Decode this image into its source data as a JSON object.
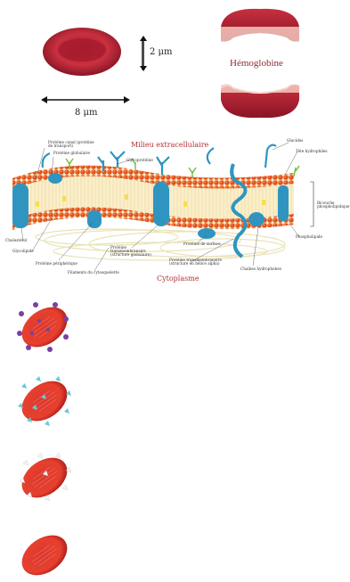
{
  "top": {
    "dim_height": "2 μm",
    "dim_width": "8 μm",
    "hemoglobin_label": "Hémoglobine"
  },
  "membrane": {
    "extracellular": "Milieu extracellulaire",
    "cytoplasm": "Cytoplasme",
    "labels": {
      "channel_protein": "Protéine canal (protéine de transport)",
      "globular_protein": "Protéine globulaire",
      "glycoprotein": "Glycoprotéine",
      "glucides": "Glucides",
      "hydrophilic_head": "Tête hydrophiles",
      "bilayer": "Bicouche phospholipidique",
      "phospholipid": "Phospholipide",
      "cholesterol": "Cholestérol",
      "glycolipid": "Glycolipide",
      "peripheral_protein": "Protéine périphérique",
      "cytoskeleton": "Filaments du cytosquelette",
      "transmembrane_globular": "Protéine transmembranaire (structure globulaire)",
      "surface_protein": "Protéine de surface",
      "transmembrane_alpha": "Protéine transmembranaire (structure en hélice alpha)",
      "hydrophobic_chain": "Chaînes hydrophobes"
    }
  },
  "cells": [
    {
      "marker_color": "#7b3fa0",
      "marker": "purple-knob"
    },
    {
      "marker_color": "#66c8d8",
      "marker": "cyan-triangle"
    },
    {
      "marker_color": "#f0f0f0",
      "marker": "white-triangle"
    },
    {
      "marker_color": "",
      "marker": "none"
    }
  ],
  "colors": {
    "rbc": "#c8283a",
    "rbc_dark": "#8c1020",
    "lipid_head": "#e0521c",
    "protein": "#2f95c0",
    "hemo_band": "#f4c8bd"
  }
}
